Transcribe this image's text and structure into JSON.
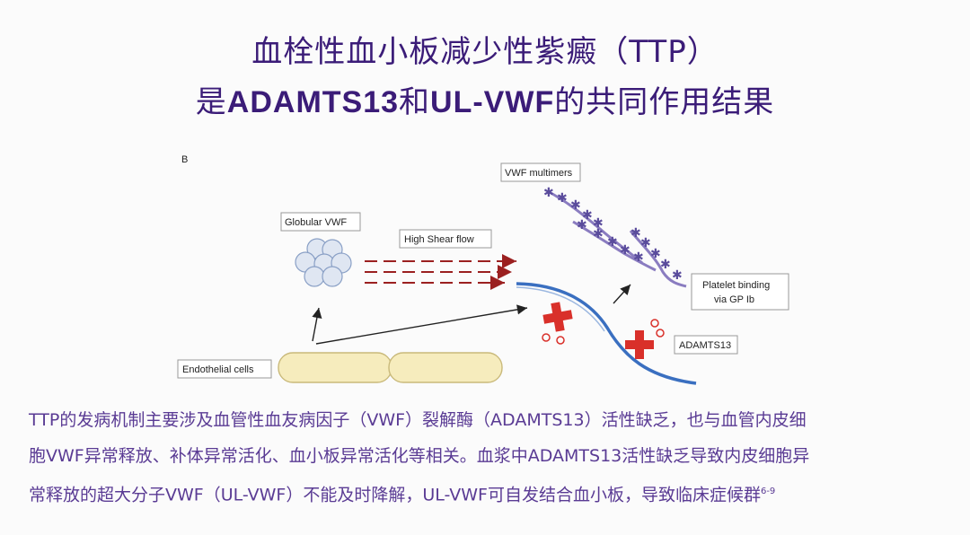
{
  "title": {
    "line1": "血栓性血小板减少性紫癜（TTP）",
    "line2_prefix": "是",
    "line2_b1": "ADAMTS13",
    "line2_mid": "和",
    "line2_b2": "UL-VWF",
    "line2_suffix": "的共同作用结果"
  },
  "diagram": {
    "panel_letter": "B",
    "labels": {
      "globular_vwf": "Globular VWF",
      "high_shear_flow": "High Shear flow",
      "vwf_multimers": "VWF multimers",
      "platelet_binding_1": "Platelet binding",
      "platelet_binding_2": "via GP Ib",
      "adamts13": "ADAMTS13",
      "endothelial_cells": "Endothelial cells"
    }
  },
  "caption": {
    "line1": "TTP的发病机制主要涉及血管性血友病因子（VWF）裂解酶（ADAMTS13）活性缺乏，也与血管内皮细",
    "line2": "胞VWF异常释放、补体异常活化、血小板异常活化等相关。血浆中ADAMTS13活性缺乏导致内皮细胞异",
    "line3": "常释放的超大分子VWF（UL-VWF）不能及时降解，UL-VWF可自发结合血小板，导致临床症候群",
    "superscript": "6-9"
  },
  "colors": {
    "title": "#3b1c78",
    "caption": "#5a3b94",
    "flow_arrows": "#9b2020",
    "vessel": "#3a6fc0",
    "cross": "#d9302a",
    "multimer": "#6b5aa8",
    "cell_fill": "#f6ecbd"
  }
}
